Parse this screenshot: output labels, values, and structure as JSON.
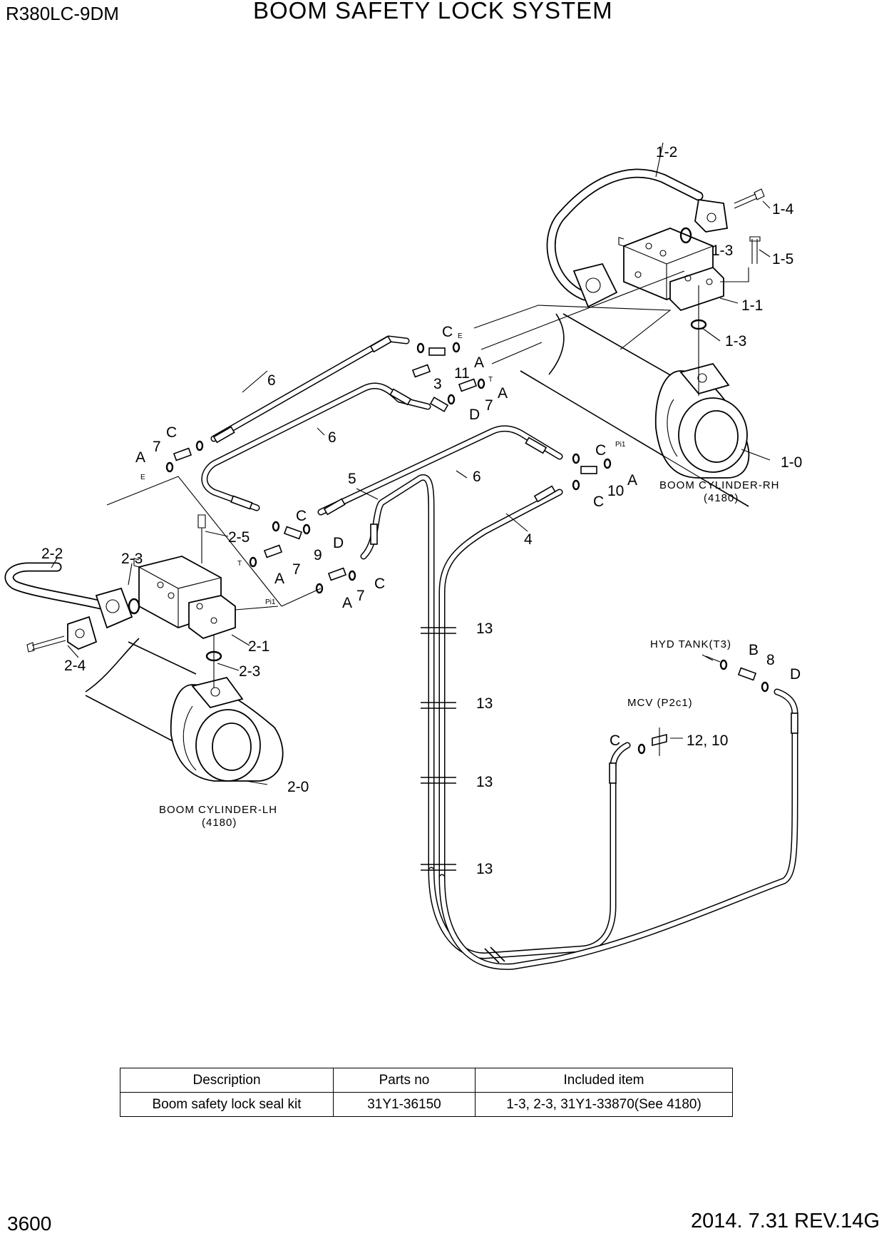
{
  "header": {
    "model": "R380LC-9DM",
    "title": "BOOM SAFETY LOCK SYSTEM"
  },
  "footer": {
    "page": "3600",
    "revision": "2014. 7.31  REV.14G"
  },
  "callouts": {
    "c1_0": "1-0",
    "c1_1": "1-1",
    "c1_2": "1-2",
    "c1_3a": "1-3",
    "c1_3b": "1-3",
    "c1_4": "1-4",
    "c1_5": "1-5",
    "c2_0": "2-0",
    "c2_1": "2-1",
    "c2_2": "2-2",
    "c2_3a": "2-3",
    "c2_3b": "2-3",
    "c2_4": "2-4",
    "c2_5": "2-5",
    "n3": "3",
    "n4": "4",
    "n5": "5",
    "n6a": "6",
    "n6b": "6",
    "n6c": "6",
    "n7a": "7",
    "n7b": "7",
    "n7c": "7",
    "n7d": "7",
    "n8": "8",
    "n9": "9",
    "n10": "10",
    "n11": "11",
    "n12_10": "12, 10",
    "n13a": "13",
    "n13b": "13",
    "n13c": "13",
    "n13d": "13",
    "A1": "A",
    "A2": "A",
    "A3": "A",
    "A4": "A",
    "A5": "A",
    "A6": "A",
    "B1": "B",
    "C1": "C",
    "C2": "C",
    "C3": "C",
    "C4": "C",
    "C5": "C",
    "C6": "C",
    "D1": "D",
    "D2": "D",
    "D3": "D"
  },
  "port_marks": {
    "E1": "E",
    "E2": "E",
    "T1": "T",
    "T2": "T",
    "Pi1a": "Pi1",
    "Pi1b": "Pi1"
  },
  "notes": {
    "boom_rh": "BOOM CYLINDER-RH",
    "boom_rh_ref": "(4180)",
    "boom_lh": "BOOM CYLINDER-LH",
    "boom_lh_ref": "(4180)",
    "hyd_tank": "HYD TANK(T3)",
    "mcv": "MCV (P2c1)"
  },
  "parts_table": {
    "headers": [
      "Description",
      "Parts no",
      "Included item"
    ],
    "rows": [
      [
        "Boom safety lock seal kit",
        "31Y1-36150",
        "1-3, 2-3, 31Y1-33870(See 4180)"
      ]
    ]
  }
}
